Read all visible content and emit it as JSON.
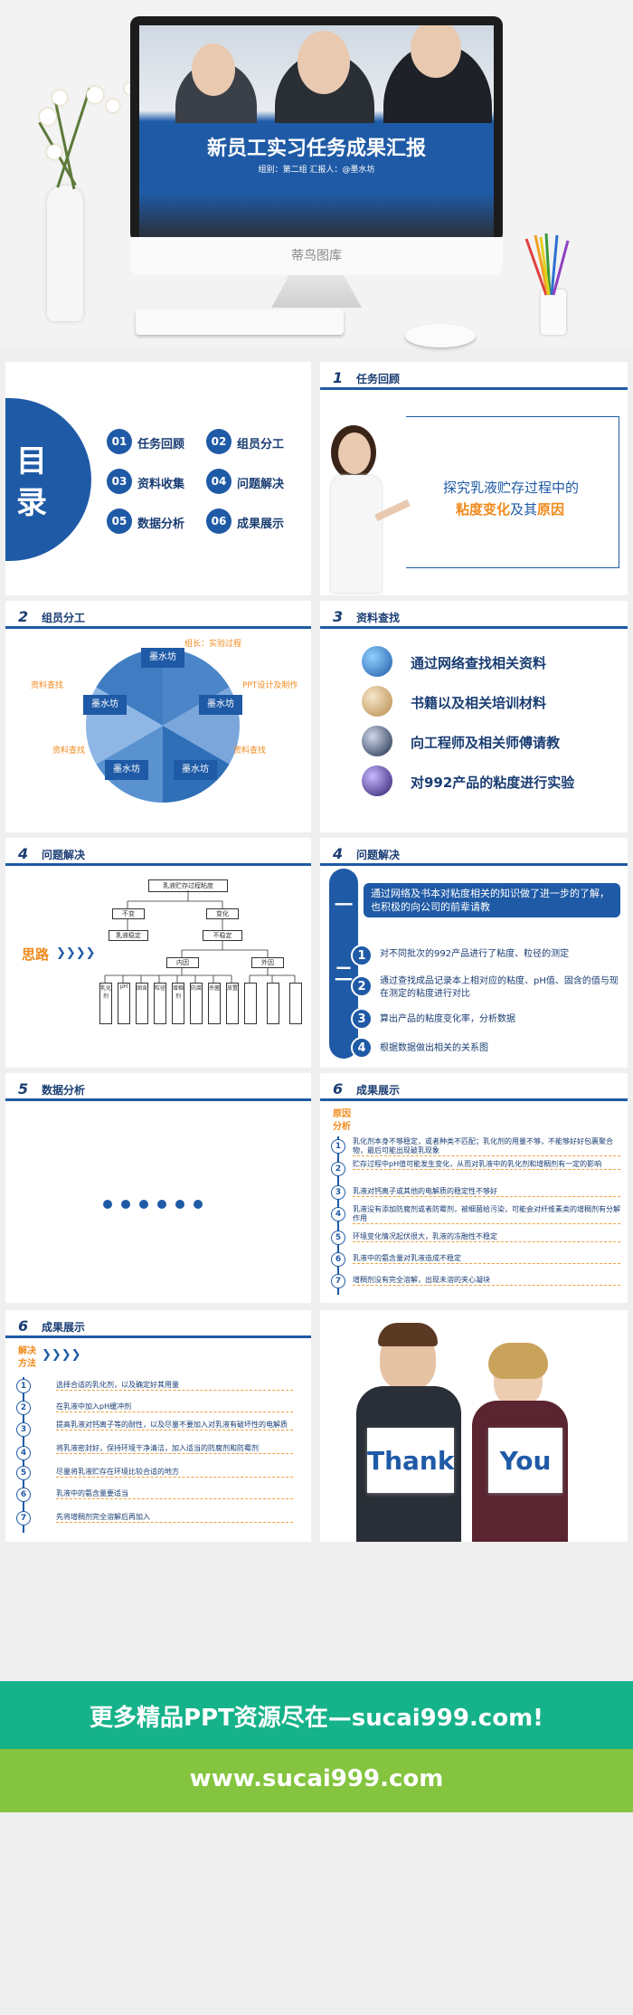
{
  "hero": {
    "screen_title": "新员工实习任务成果汇报",
    "screen_sub": "组别：第二组          汇报人：@墨水坊",
    "monitor_brand": "蒂鸟图库"
  },
  "toc": {
    "title_char1": "目",
    "title_char2": "录",
    "items": [
      {
        "num": "01",
        "label": "任务回顾"
      },
      {
        "num": "02",
        "label": "组员分工"
      },
      {
        "num": "03",
        "label": "资料收集"
      },
      {
        "num": "04",
        "label": "问题解决"
      },
      {
        "num": "05",
        "label": "数据分析"
      },
      {
        "num": "06",
        "label": "成果展示"
      }
    ]
  },
  "s1": {
    "num": "1",
    "title": "任务回顾",
    "line1": "探究乳液贮存过程中的",
    "hl1": "粘度变化",
    "mid": "及其",
    "hl2": "原因"
  },
  "s2": {
    "num": "2",
    "title": "组员分工",
    "member": "墨水坊",
    "labels": [
      "组长：实验过程",
      "PPT设计及制作",
      "资料查找",
      "资料查找",
      "资料查找"
    ]
  },
  "s3": {
    "num": "3",
    "title": "资料查找",
    "items": [
      "通过网络查找相关资料",
      "书籍以及相关培训材料",
      "向工程师及相关师傅请教",
      "对992产品的粘度进行实验"
    ]
  },
  "s4a": {
    "num": "4",
    "title": "问题解决",
    "side_label": "思路",
    "root": "乳液贮存过程粘度",
    "l1": [
      "不变",
      "变化"
    ],
    "l2a": "乳液稳定",
    "l2b": "不稳定",
    "l3": [
      "内因",
      "外因"
    ],
    "leaves": [
      "乳化剂",
      "pH",
      "固含",
      "粒径",
      "增稠剂",
      "防腐",
      "杀菌",
      "放置"
    ]
  },
  "s4b": {
    "num": "4",
    "title": "问题解决",
    "one_char": "一",
    "one_text": "通过网络及书本对粘度相关的知识做了进一步的了解，也积极的向公司的前辈请教",
    "two_char": "二",
    "steps": [
      {
        "n": "1",
        "t": "对不同批次的992产品进行了粘度、粒径的测定"
      },
      {
        "n": "2",
        "t": "通过查找成品记录本上相对应的粘度、pH值、固含的值与现在测定的粘度进行对比"
      },
      {
        "n": "3",
        "t": "算出产品的粘度变化率，分析数据"
      },
      {
        "n": "4",
        "t": "根据数据做出相关的关系图"
      }
    ]
  },
  "s5": {
    "num": "5",
    "title": "数据分析"
  },
  "s6a": {
    "num": "6",
    "title": "成果展示",
    "tag1": "原因",
    "tag2": "分析",
    "items": [
      "乳化剂本身不够稳定，或者种类不匹配；乳化剂的用量不够，不能够好好包裹聚合物，最后可能出现破乳现象",
      "贮存过程中pH值可能发生变化，从而对乳液中的乳化剂和增稠剂有一定的影响",
      "乳液对钙离子或其他的电解质的稳定性不够好",
      "乳液没有添加防腐剂或者防霉剂，被细菌给污染，可能会对纤维素类的增稠剂有分解作用",
      "环境变化情况起伏很大，乳液的冻融性不稳定",
      "乳液中的氨含量对乳液造成不稳定",
      "增稠剂没有完全溶解，出现未溶的夹心凝块"
    ]
  },
  "s6b": {
    "num": "6",
    "title": "成果展示",
    "tag1": "解决",
    "tag2": "方法",
    "items": [
      "选择合适的乳化剂，以及确定好其用量",
      "在乳液中加入pH缓冲剂",
      "提高乳液对钙离子等的耐性，以及尽量不要加入对乳液有破坏性的电解质",
      "将乳液密封好，保持环境干净清洁，加入适当的防腐剂和防霉剂",
      "尽量将乳液贮存在环境比较合适的地方",
      "乳液中的氨含量要适当",
      "先将增稠剂完全溶解后再加入"
    ]
  },
  "thanks": {
    "w1": "Thank",
    "w2": "You"
  },
  "banner": {
    "line1": "更多精品PPT资源尽在—sucai999.com!",
    "line2": "www.sucai999.com"
  },
  "colors": {
    "blue": "#1f5aa6",
    "orange": "#f08a1c",
    "green": "#16b28a",
    "lime": "#84c43f"
  }
}
